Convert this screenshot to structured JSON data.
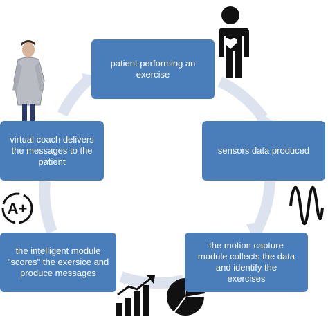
{
  "steps": {
    "patient": "patient performing an\nexercise",
    "sensors": "sensors data produced",
    "capture": "the motion capture\nmodule collects the data\nand identify the\nexercises",
    "intelligent": "the intelligent module\n\"scores\" the exersice and\nproduce messages",
    "coach": "virtual coach delivers\nthe messages to the\npatient"
  },
  "grade_badge": "A+",
  "colors": {
    "box": "#4a7ebb",
    "arrow": "#dce3ee",
    "icon": "#111111"
  }
}
